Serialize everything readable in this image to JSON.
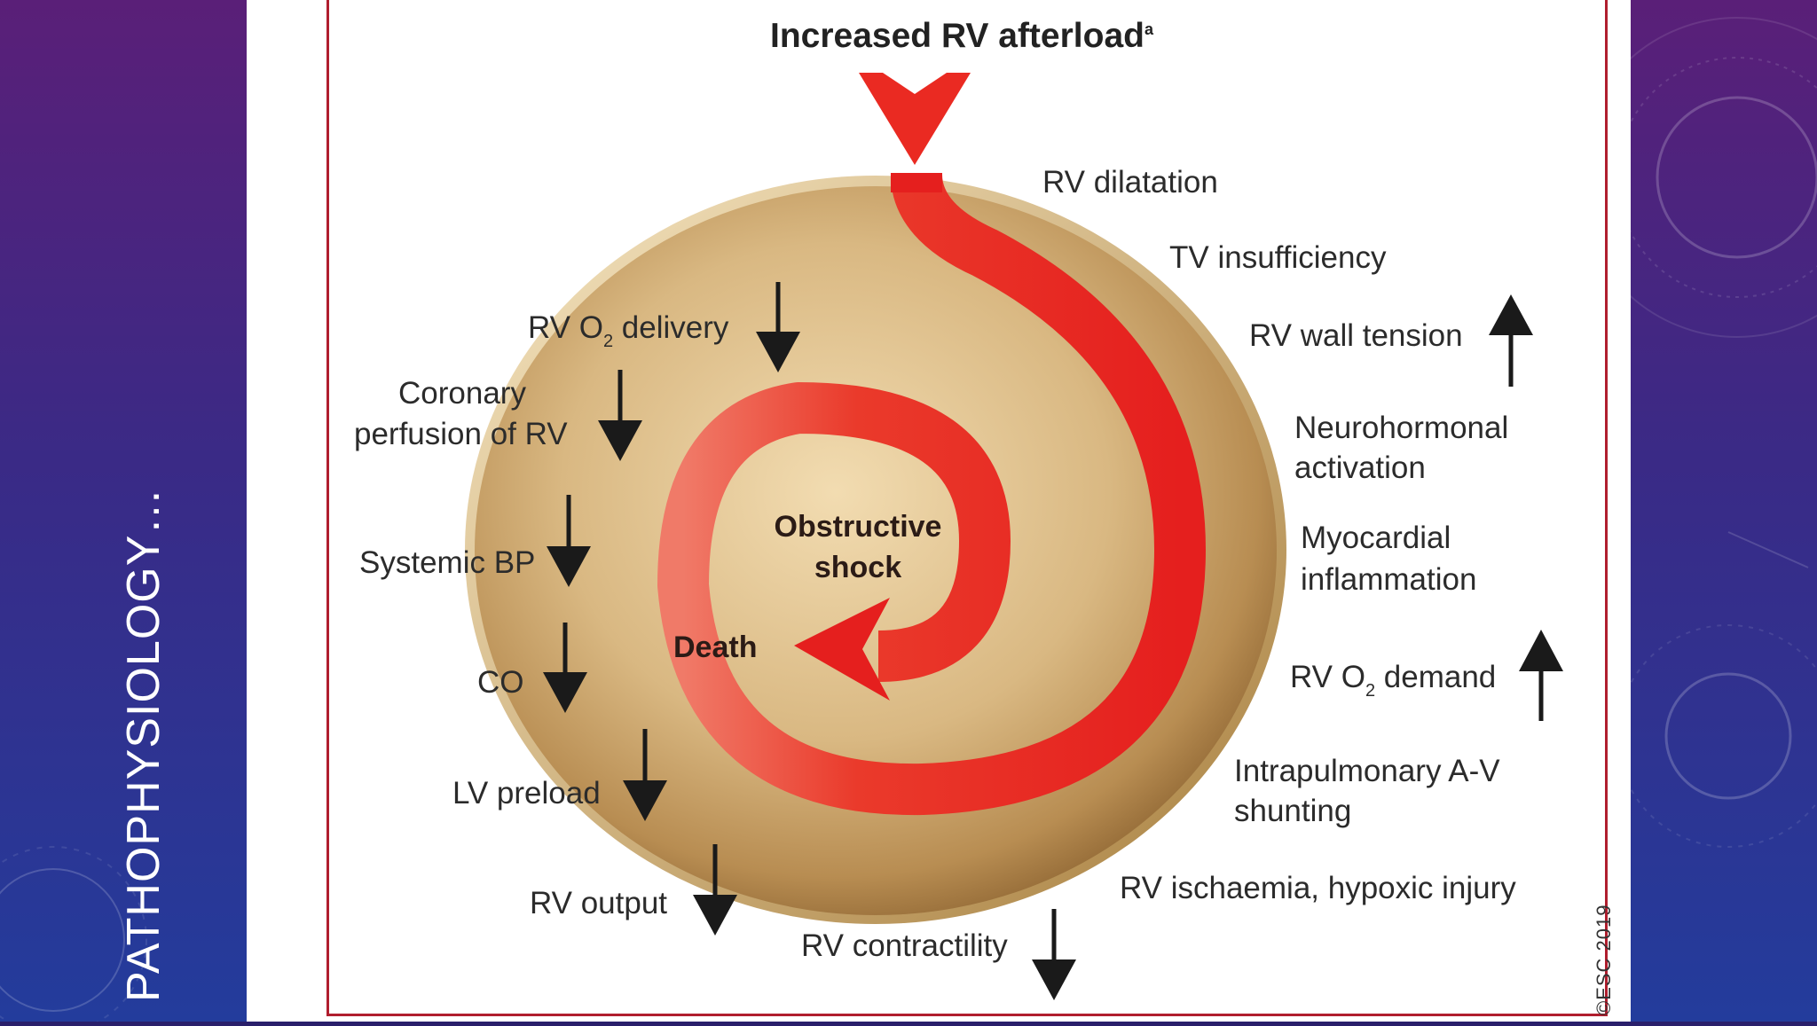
{
  "slide_title": "PATHOPHYSIOLOGY…",
  "diagram": {
    "title": "Increased RV afterload",
    "title_superscript": "a",
    "center_label_line1": "Obstructive",
    "center_label_line2": "shock",
    "end_label": "Death",
    "copyright": "©ESC 2019",
    "right_labels": {
      "rv_dilatation": "RV dilatation",
      "tv_insufficiency": "TV insufficiency",
      "rv_wall_tension": "RV wall tension",
      "neurohormonal_1": "Neurohormonal",
      "neurohormonal_2": "activation",
      "myocardial_1": "Myocardial",
      "myocardial_2": "inflammation",
      "rv_o2_demand_a": "RV O",
      "rv_o2_demand_sub": "2",
      "rv_o2_demand_b": " demand",
      "intrapulmonary_1": "Intrapulmonary A-V",
      "intrapulmonary_2": "shunting",
      "rv_ischaemia": "RV ischaemia, hypoxic injury"
    },
    "left_labels": {
      "rv_o2_delivery_a": "RV O",
      "rv_o2_delivery_sub": "2",
      "rv_o2_delivery_b": " delivery",
      "coronary_1": "Coronary",
      "coronary_2": "perfusion of RV",
      "systemic_bp": "Systemic BP",
      "co": "CO",
      "lv_preload": "LV preload",
      "rv_output": "RV output",
      "rv_contractility": "RV contractility"
    },
    "colors": {
      "spiral": "#e8211f",
      "disc": "#c8a46c",
      "frame": "#b01e2e"
    },
    "arrow_icons": {
      "increase": "up-arrow-icon",
      "decrease": "down-arrow-icon"
    }
  }
}
